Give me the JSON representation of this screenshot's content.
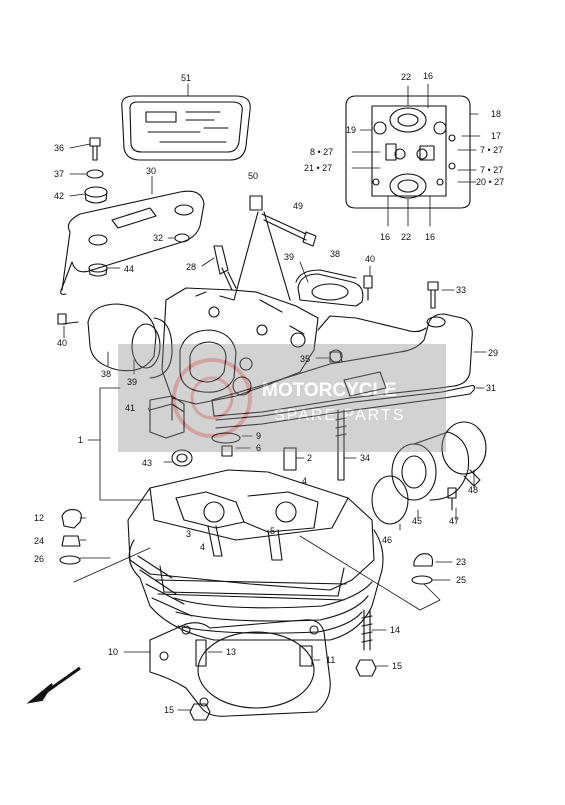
{
  "diagram": {
    "watermark": {
      "line1": "MOTORCYCLE",
      "line2": "SPARE PARTS"
    },
    "labels": {
      "l51": "51",
      "l36": "36",
      "l37": "37",
      "l42": "42",
      "l30": "30",
      "l32": "32",
      "l44": "44",
      "l50": "50",
      "l49": "49",
      "l28": "28",
      "l38a": "38",
      "l39a": "39",
      "l40a": "40",
      "l33": "33",
      "l40b": "40",
      "l38b": "38",
      "l39b": "39",
      "l35": "35",
      "l29": "29",
      "l31": "31",
      "l41": "41",
      "l9": "9",
      "l1": "1",
      "l6": "6",
      "l2": "2",
      "l43": "43",
      "l34": "34",
      "l4a": "4",
      "l48": "48",
      "l12": "12",
      "l3": "3",
      "l5": "5",
      "l47": "47",
      "l24": "24",
      "l4b": "4",
      "l46": "46",
      "l45": "45",
      "l26": "26",
      "l23": "23",
      "l25": "25",
      "l14": "14",
      "l10": "10",
      "l13": "13",
      "l11": "11",
      "l15a": "15",
      "l15b": "15",
      "c22a": "22",
      "c16a": "16",
      "c18": "18",
      "c19": "19",
      "c17": "17",
      "c8_27": "8 • 27",
      "c7_27a": "7 • 27",
      "c21_27": "21 • 27",
      "c7_27b": "7 • 27",
      "c20_27": "20 • 27",
      "c16b": "16",
      "c22b": "22",
      "c16c": "16"
    }
  }
}
